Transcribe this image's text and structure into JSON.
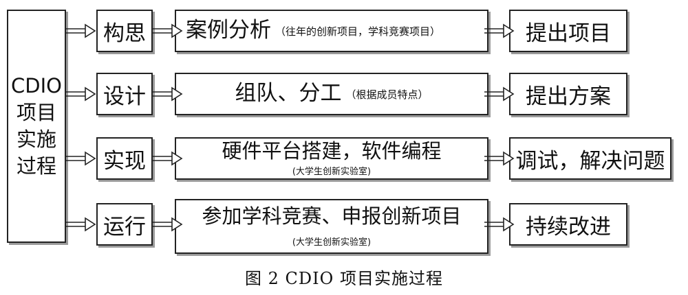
{
  "diagram": {
    "left_title": [
      "CDIO",
      "项目",
      "实施",
      "过程"
    ],
    "rows": [
      {
        "step": "构思",
        "task_main": "案例分析",
        "task_sub": "（往年的创新项目，学科竞赛项目）",
        "result": "提出项目"
      },
      {
        "step": "设计",
        "task_main": "组队、分工",
        "task_sub": "（根据成员特点）",
        "result": "提出方案"
      },
      {
        "step": "实现",
        "task_main": "硬件平台搭建，软件编程",
        "task_sub": "(大学生创新实验室)",
        "result": "调试，解决问题"
      },
      {
        "step": "运行",
        "task_main": "参加学科竞赛、申报创新项目",
        "task_sub": "(大学生创新实验室)",
        "result": "持续改进"
      }
    ],
    "caption": "图 2  CDIO 项目实施过程"
  }
}
